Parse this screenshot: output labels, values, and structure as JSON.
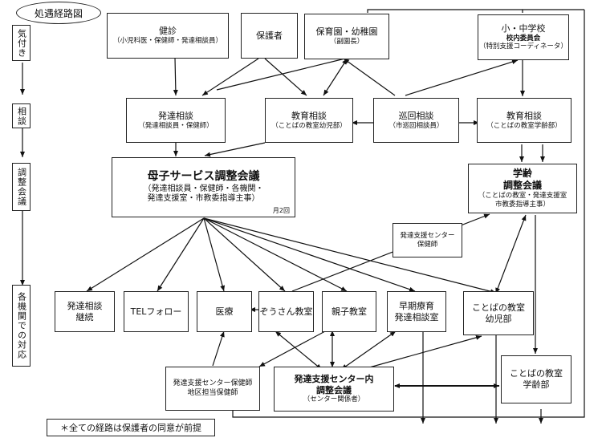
{
  "title": "処遇経路図",
  "stages": [
    {
      "label": "気付き"
    },
    {
      "label": "相談"
    },
    {
      "label": "調整会議"
    },
    {
      "label": "各機関での対応"
    }
  ],
  "nodes": {
    "kenshin": {
      "title": "健診",
      "sub": "（小児科医・保健師・発達相談員）"
    },
    "hogosha": {
      "title": "保護者"
    },
    "hoikuen": {
      "title": "保育園・幼稚園",
      "sub": "（副園長）"
    },
    "school": {
      "title": "小・中学校",
      "sub1": "校内委員会",
      "sub2": "（特別支援コーディネータ）"
    },
    "hattatsu_soudan": {
      "title": "発達相談",
      "sub": "（発達相談員・保健師）"
    },
    "kyoiku_soudan_yoji": {
      "title": "教育相談",
      "sub": "（ことばの教室幼児部）"
    },
    "junkai_soudan": {
      "title": "巡回相談",
      "sub": "（市巡回相談員）"
    },
    "kyoiku_soudan_gakurei": {
      "title": "教育相談",
      "sub": "（ことばの教室学齢部）"
    },
    "boshi_kaigi": {
      "title": "母子サービス調整会議",
      "sub1": "（発達相談員・保健師・各機関・",
      "sub2": "発達支援室・市教委指導主事）",
      "freq": "月2回"
    },
    "gakurei_kaigi": {
      "title1": "学齢",
      "title2": "調整会議",
      "sub1": "（ことばの教室・発達支援室",
      "sub2": "市教委指導主事）"
    },
    "center_hokenshi": {
      "line1": "発達支援センター",
      "line2": "保健師"
    },
    "hattatsu_keizoku": {
      "line1": "発達相談",
      "line2": "継続"
    },
    "tel_follow": {
      "title": "TELフォロー"
    },
    "iryo": {
      "title": "医療"
    },
    "zousan": {
      "title": "ぞうさん教室"
    },
    "oyako": {
      "title": "親子教室"
    },
    "souki_ryoiku": {
      "line1": "早期療育",
      "line2": "発達相談室"
    },
    "kotoba_yoji": {
      "line1": "ことばの教室",
      "line2": "幼児部"
    },
    "center_chiku": {
      "line1": "発達支援センター保健師",
      "line2": "地区担当保健師"
    },
    "center_kaigi": {
      "line1": "発達支援センター内",
      "line2": "調整会議",
      "sub": "（センター関係者）"
    },
    "kotoba_gakurei": {
      "line1": "ことばの教室",
      "line2": "学齢部"
    }
  },
  "note": "＊全ての経路は保護者の同意が前提"
}
